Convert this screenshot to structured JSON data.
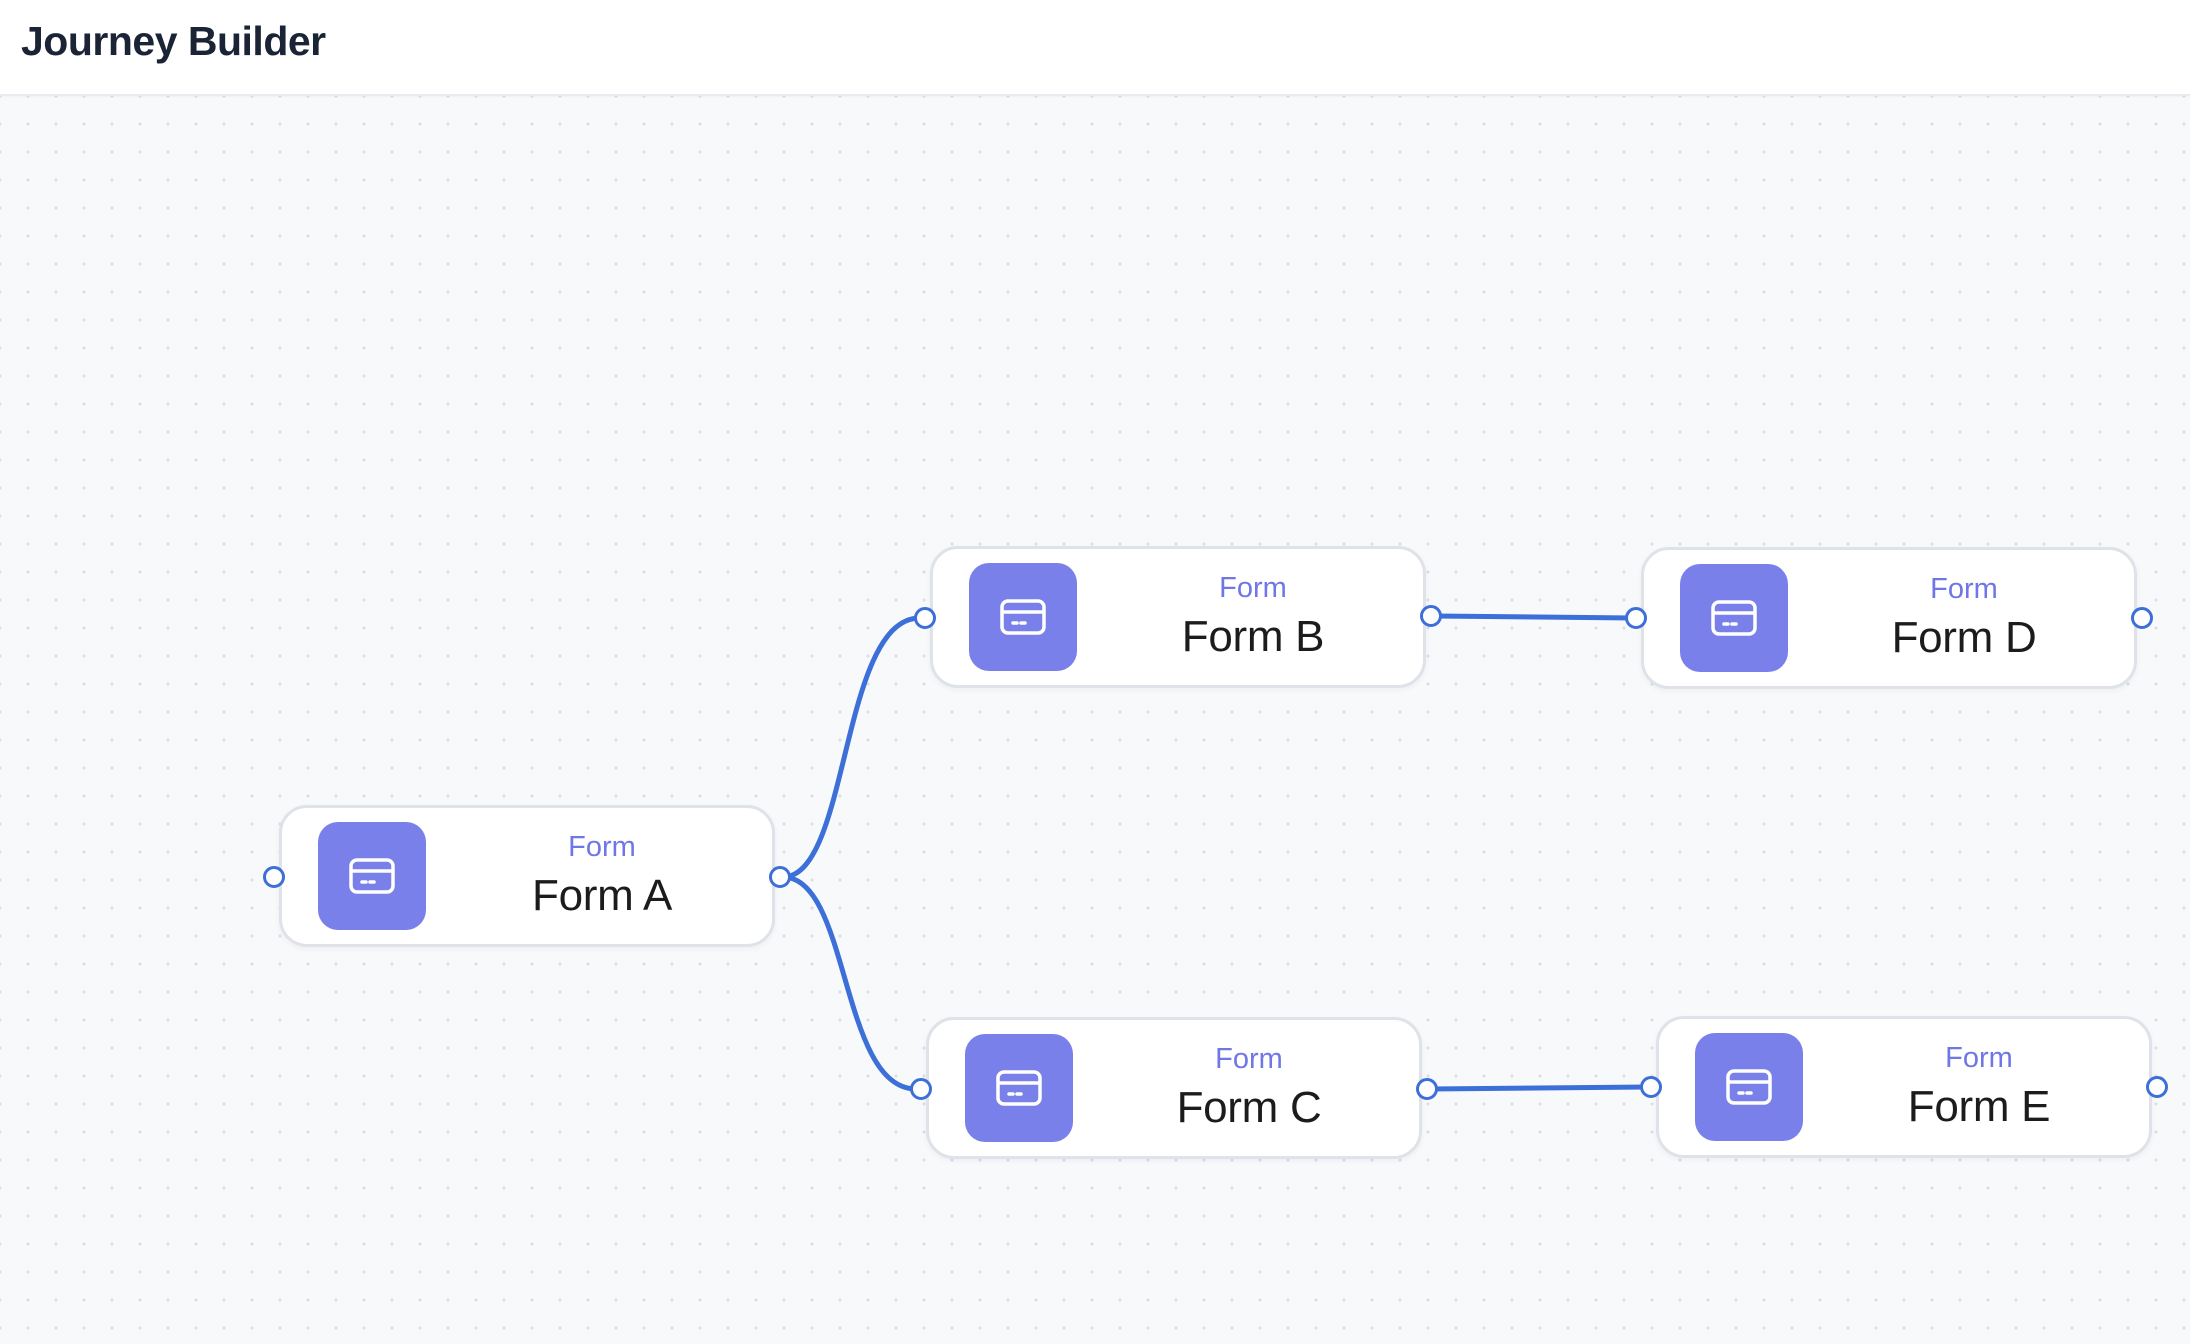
{
  "header": {
    "title": "Journey Builder"
  },
  "colors": {
    "edge": "#3d6fd8",
    "icon_bg": "#7a80ea",
    "type_label": "#6f76e6"
  },
  "nodes": [
    {
      "id": "a",
      "type_label": "Form",
      "name": "Form A",
      "icon": "form-card-icon"
    },
    {
      "id": "b",
      "type_label": "Form",
      "name": "Form B",
      "icon": "form-card-icon"
    },
    {
      "id": "c",
      "type_label": "Form",
      "name": "Form C",
      "icon": "form-card-icon"
    },
    {
      "id": "d",
      "type_label": "Form",
      "name": "Form D",
      "icon": "form-card-icon"
    },
    {
      "id": "e",
      "type_label": "Form",
      "name": "Form E",
      "icon": "form-card-icon"
    }
  ],
  "edges": [
    {
      "from": "Form A",
      "to": "Form B"
    },
    {
      "from": "Form A",
      "to": "Form C"
    },
    {
      "from": "Form B",
      "to": "Form D"
    },
    {
      "from": "Form C",
      "to": "Form E"
    }
  ]
}
